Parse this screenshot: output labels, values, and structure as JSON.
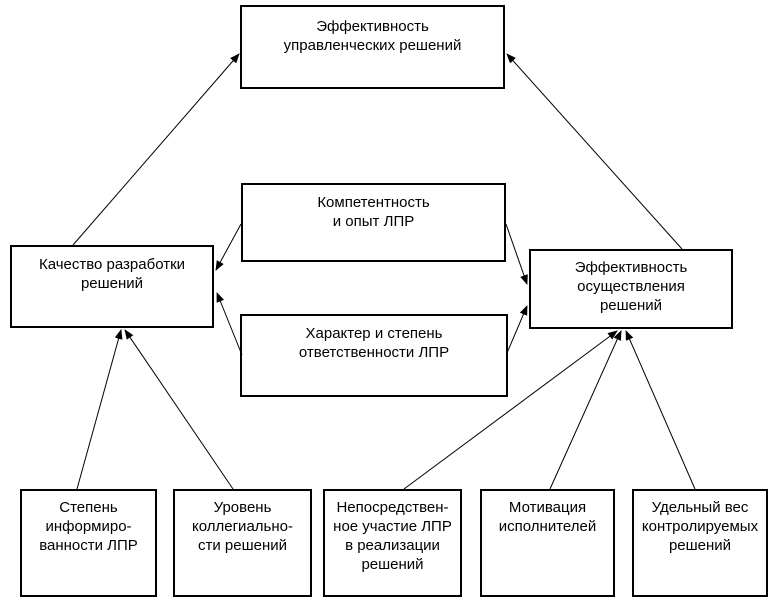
{
  "diagram": {
    "nodes": {
      "top": {
        "label": "Эффективность\nуправленческих решений"
      },
      "competence": {
        "label": "Компетентность\nи опыт ЛПР"
      },
      "character": {
        "label": "Характер и степень\nответственности ЛПР"
      },
      "quality": {
        "label": "Качество разработки\nрешений"
      },
      "implementation": {
        "label": "Эффективность\nосуществления\nрешений"
      },
      "awareness": {
        "label": "Степень\nинформиро-\nванности ЛПР"
      },
      "collegiality": {
        "label": "Уровень\nколлегиально-\nсти решений"
      },
      "participation": {
        "label": "Непосредствен-\nное участие ЛПР\nв реализации\nрешений"
      },
      "motivation": {
        "label": "Мотивация\nисполнителей"
      },
      "controlled": {
        "label": "Удельный вес\nконтролируемых\nрешений"
      }
    },
    "edges": [
      {
        "from": "quality",
        "to": "top"
      },
      {
        "from": "implementation",
        "to": "top"
      },
      {
        "from": "competence",
        "to": "quality"
      },
      {
        "from": "character",
        "to": "quality"
      },
      {
        "from": "competence",
        "to": "implementation"
      },
      {
        "from": "character",
        "to": "implementation"
      },
      {
        "from": "awareness",
        "to": "quality"
      },
      {
        "from": "collegiality",
        "to": "quality"
      },
      {
        "from": "participation",
        "to": "implementation"
      },
      {
        "from": "motivation",
        "to": "implementation"
      },
      {
        "from": "controlled",
        "to": "implementation"
      }
    ],
    "colors": {
      "background": "#ffffff",
      "box_border": "#000000",
      "text": "#000000",
      "arrow": "#000000"
    }
  }
}
